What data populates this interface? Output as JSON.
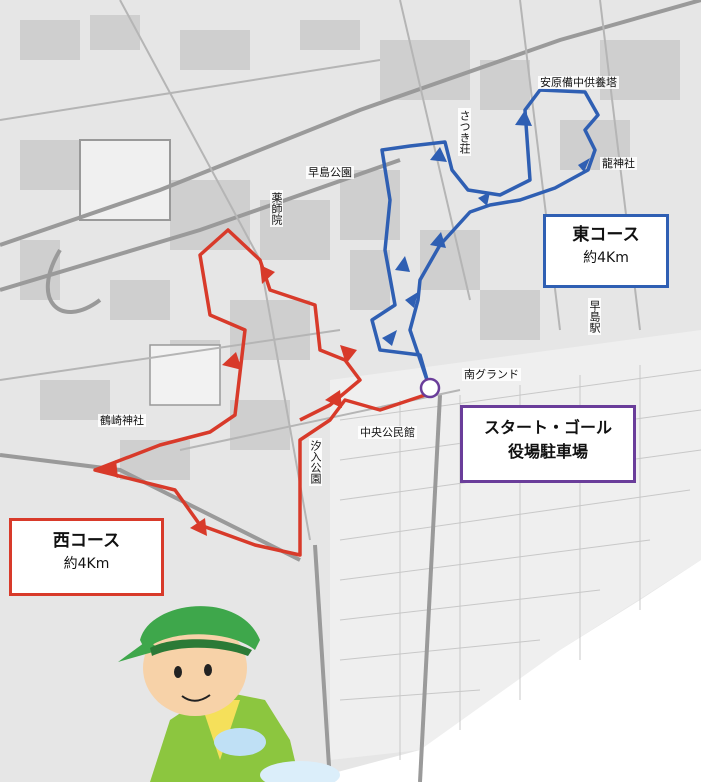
{
  "labels": {
    "yasuhara": "安原備中供養塔",
    "satsuki": "さつき荘",
    "ryujin": "龍神社",
    "hayajima_park": "早島公園",
    "yakushiin": "薬師院",
    "hayajima_station": "早島駅",
    "minami_ground": "南グランド",
    "chuo_kominkan": "中央公民館",
    "tsurusaki": "鶴崎神社",
    "shioiri_park": "汐入公園"
  },
  "east_course": {
    "title": "東コース",
    "distance": "約4Km"
  },
  "west_course": {
    "title": "西コース",
    "distance": "約4Km"
  },
  "start_goal": {
    "line1": "スタート・ゴール",
    "line2": "役場駐車場"
  },
  "colors": {
    "east_route": "#2f5fb3",
    "west_route": "#d83a2a",
    "start_marker": "#6a3d9a",
    "map_background": "#e9e9e9"
  },
  "icons": [
    "start-goal-marker-icon",
    "direction-arrow-icon",
    "volunteer-illustration-icon"
  ]
}
